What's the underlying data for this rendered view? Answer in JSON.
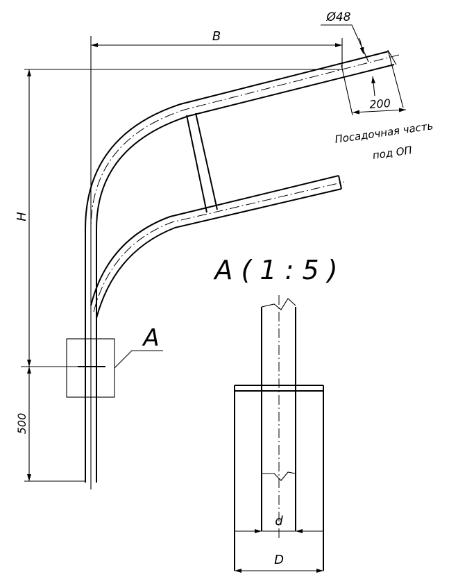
{
  "dimensions": {
    "width_label": "B",
    "height_label": "H",
    "bottom_label": "500",
    "tube_diameter": "Ø48",
    "fit_length": "200",
    "inner_diameter": "d",
    "outer_diameter": "D"
  },
  "notes": {
    "fit_line1": "Посадочная часть",
    "fit_line2": "под ОП"
  },
  "detail": {
    "callout": "A",
    "title": "A ( 1 : 5 )"
  }
}
